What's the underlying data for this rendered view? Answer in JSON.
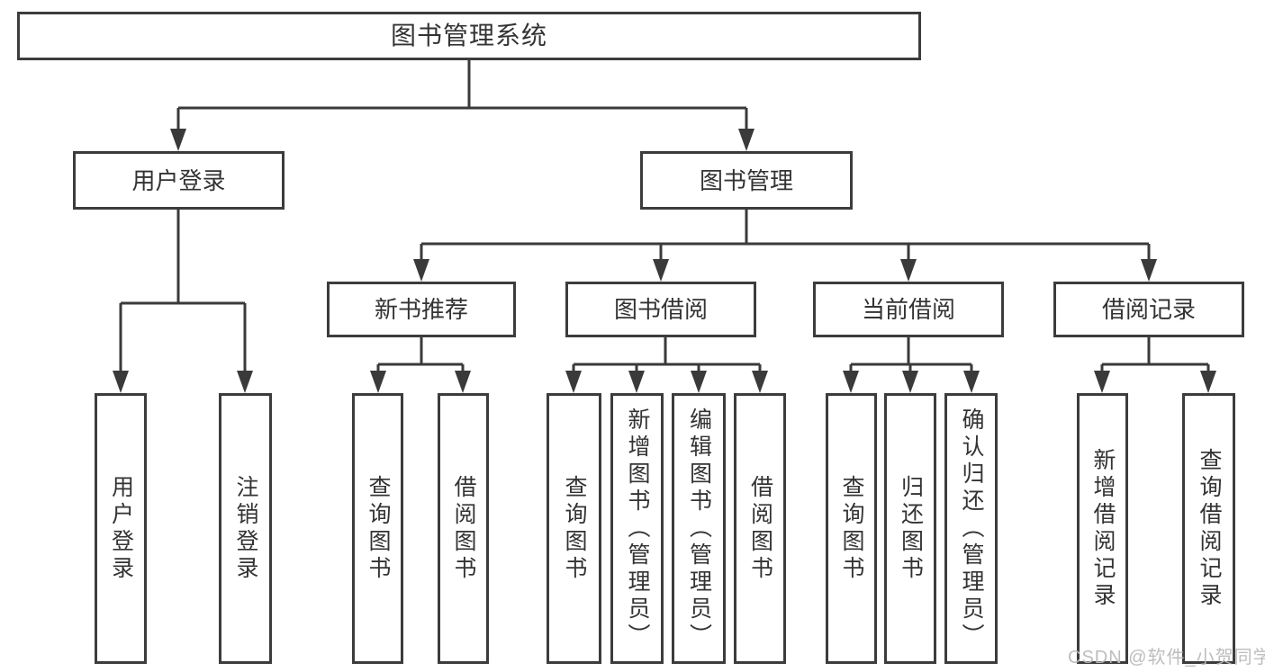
{
  "diagram": {
    "root": {
      "label": "图书管理系统"
    },
    "branches": [
      {
        "label": "用户登录",
        "children": [
          {
            "label": "用户登录"
          },
          {
            "label": "注销登录"
          }
        ]
      },
      {
        "label": "图书管理",
        "children": [
          {
            "label": "新书推荐",
            "children": [
              {
                "label": "查询图书"
              },
              {
                "label": "借阅图书"
              }
            ]
          },
          {
            "label": "图书借阅",
            "children": [
              {
                "label": "查询图书"
              },
              {
                "label": "新增图书（管理员）"
              },
              {
                "label": "编辑图书（管理员）"
              },
              {
                "label": "借阅图书"
              }
            ]
          },
          {
            "label": "当前借阅",
            "children": [
              {
                "label": "查询图书"
              },
              {
                "label": "归还图书"
              },
              {
                "label": "确认归还（管理员）"
              }
            ]
          },
          {
            "label": "借阅记录",
            "children": [
              {
                "label": "新增借阅记录"
              },
              {
                "label": "查询借阅记录"
              }
            ]
          }
        ]
      }
    ]
  },
  "watermark": {
    "text": "CSDN @软件_小贺同学"
  },
  "colors": {
    "line": "#3a3a3a",
    "box_border": "#3c3c3c",
    "text": "#333333",
    "watermark": "#b9b9b9",
    "background": "#ffffff"
  }
}
